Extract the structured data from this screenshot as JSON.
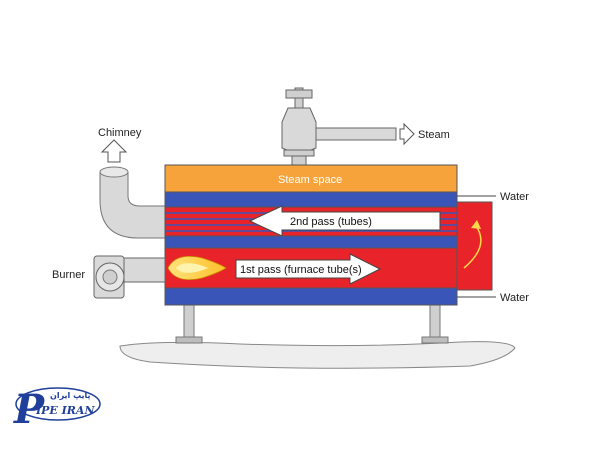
{
  "labels": {
    "chimney": "Chimney",
    "steam": "Steam",
    "steam_space": "Steam space",
    "water_top": "Water",
    "second_pass": "2nd pass (tubes)",
    "first_pass": "1st pass (furnace tube(s)",
    "burner": "Burner",
    "water_bottom": "Water"
  },
  "logo": {
    "brand": "IPE IRAN",
    "brand_initial": "P",
    "persian": "پایپ ایران"
  },
  "colors": {
    "steam_space": "#f5a33a",
    "water": "#3a55b8",
    "hot_gas": "#e8232a",
    "flame": "#ffd84a",
    "tubes": "#8a2a5a",
    "chimney": "#d9d9d9",
    "ground": "#eeeeee"
  }
}
